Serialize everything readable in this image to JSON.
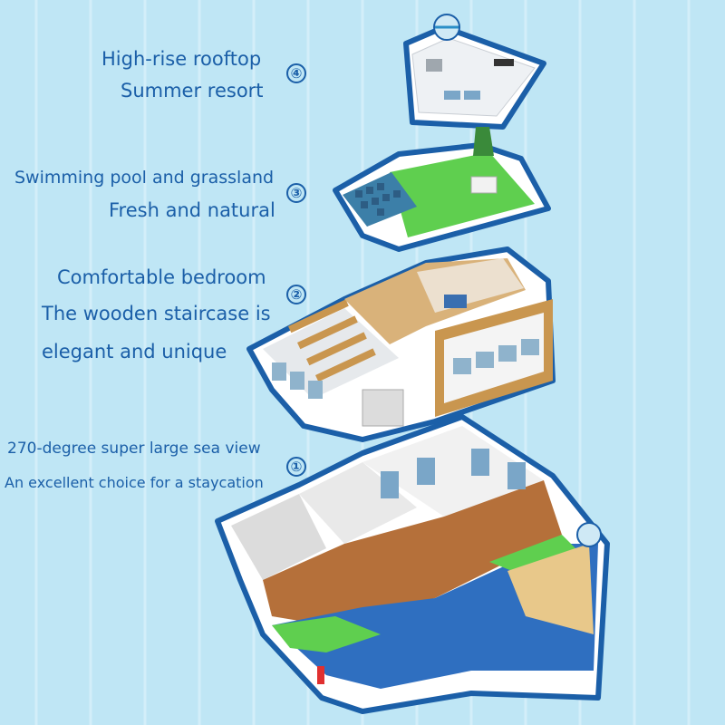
{
  "sections": [
    {
      "number": "④",
      "line1": "High-rise rooftop",
      "line2": "Summer resort"
    },
    {
      "number": "③",
      "line1": "Swimming pool and grassland",
      "line2": "Fresh and natural"
    },
    {
      "number": "②",
      "line1": "Comfortable bedroom",
      "line2": "The wooden staircase is",
      "line3": "elegant and unique"
    },
    {
      "number": "①",
      "line1": "270-degree super large sea view",
      "line2": "An excellent choice for a staycation"
    }
  ],
  "colors": {
    "background": "#bfe6f5",
    "text": "#1b5fa8",
    "outline": "#1b5fa8",
    "grass": "#5fcf4f",
    "wood": "#c9964f",
    "sea": "#2f6fc0",
    "pool": "#3c7fa8",
    "sand": "#e8c88a"
  }
}
